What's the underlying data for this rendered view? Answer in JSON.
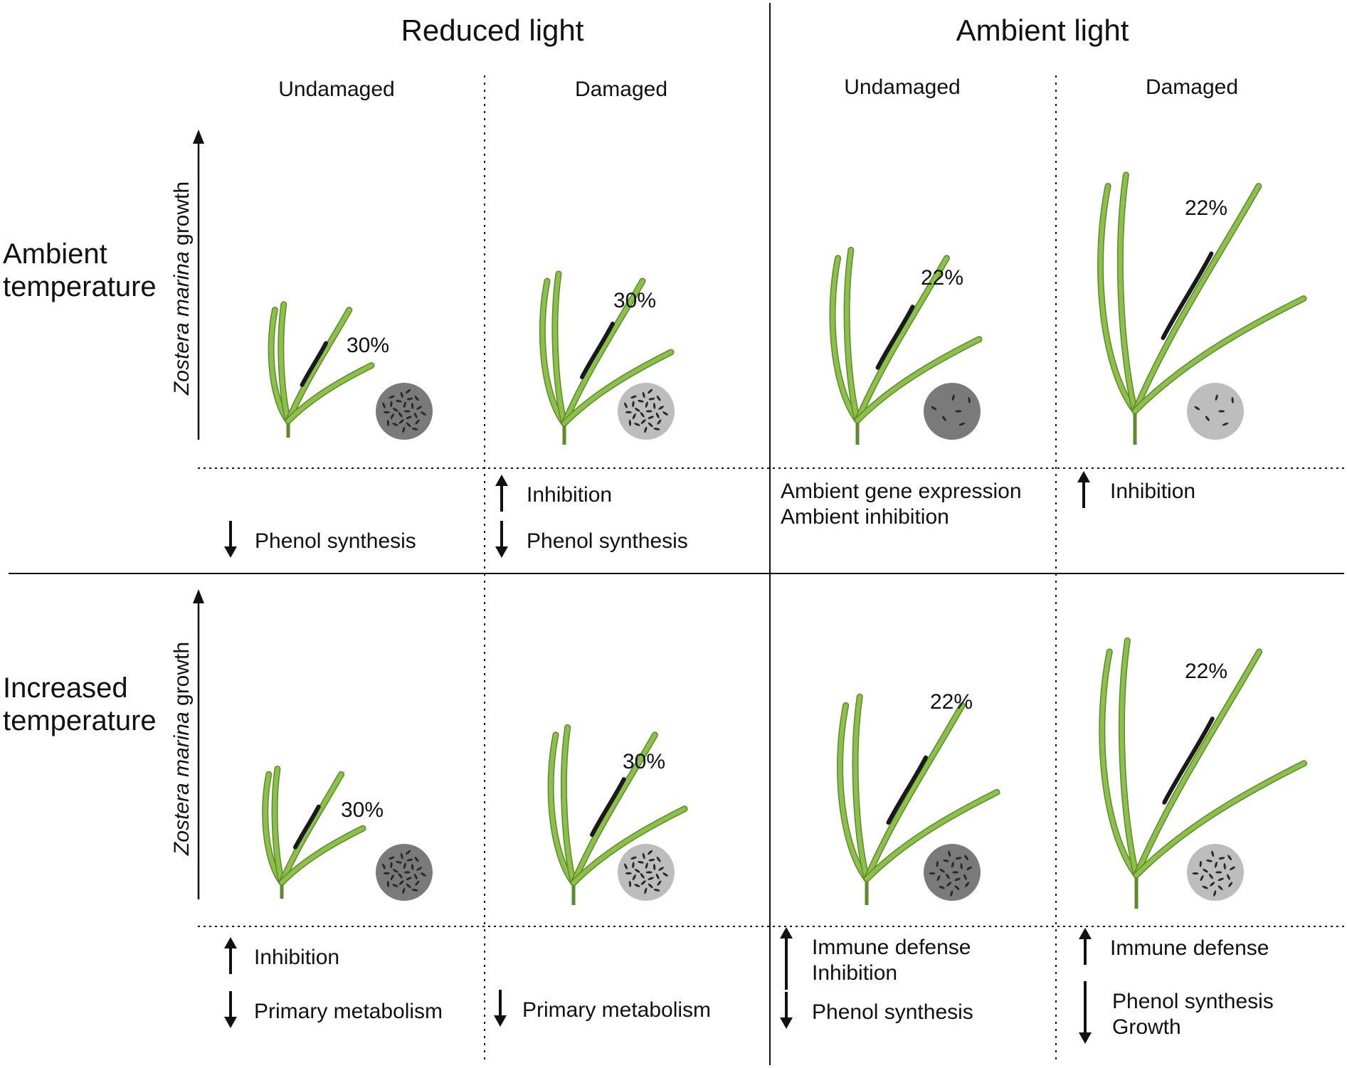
{
  "light_headers": [
    "Reduced light",
    "Ambient light"
  ],
  "damage_headers": [
    "Undamaged",
    "Damaged",
    "Undamaged",
    "Damaged"
  ],
  "rows": [
    {
      "label_line1": "Ambient",
      "label_line2": "temperature",
      "axis_label_italic": "Zostera marina",
      "axis_label_rest": " growth",
      "cells": [
        {
          "percent": "30%",
          "disc": "dark",
          "effects": [
            {
              "dir": "down",
              "lines": [
                "Phenol synthesis"
              ]
            }
          ]
        },
        {
          "percent": "30%",
          "disc": "light",
          "effects": [
            {
              "dir": "up",
              "lines": [
                "Inhibition"
              ]
            },
            {
              "dir": "down",
              "lines": [
                "Phenol synthesis"
              ]
            }
          ]
        },
        {
          "percent": "22%",
          "disc": "dark",
          "effects": [
            {
              "dir": "none",
              "lines": [
                "Ambient gene expression",
                "Ambient inhibition"
              ]
            }
          ]
        },
        {
          "percent": "22%",
          "disc": "light",
          "effects": [
            {
              "dir": "up",
              "lines": [
                "Inhibition"
              ]
            }
          ]
        }
      ]
    },
    {
      "label_line1": "Increased",
      "label_line2": "temperature",
      "axis_label_italic": "Zostera marina",
      "axis_label_rest": " growth",
      "cells": [
        {
          "percent": "30%",
          "disc": "dark",
          "effects": [
            {
              "dir": "up",
              "lines": [
                "Inhibition"
              ]
            },
            {
              "dir": "down",
              "lines": [
                "Primary metabolism"
              ]
            }
          ]
        },
        {
          "percent": "30%",
          "disc": "light",
          "effects": [
            {
              "dir": "down",
              "lines": [
                "Primary metabolism"
              ]
            }
          ]
        },
        {
          "percent": "22%",
          "disc": "dark",
          "effects": [
            {
              "dir": "up",
              "lines": [
                "Immune defense",
                "Inhibition"
              ]
            },
            {
              "dir": "down",
              "lines": [
                "Phenol synthesis"
              ]
            }
          ]
        },
        {
          "percent": "22%",
          "disc": "light",
          "effects": [
            {
              "dir": "up",
              "lines": [
                "Immune defense"
              ]
            },
            {
              "dir": "down",
              "lines": [
                "Phenol synthesis",
                "Growth"
              ]
            }
          ]
        }
      ]
    }
  ],
  "colors": {
    "leaf": "#8cc04a",
    "leaf_dark": "#5f8a2c",
    "damage_band": "#1a1a1a",
    "disc_dark": "#7a7a7a",
    "disc_light": "#bdbdbd",
    "line": "#111111"
  }
}
